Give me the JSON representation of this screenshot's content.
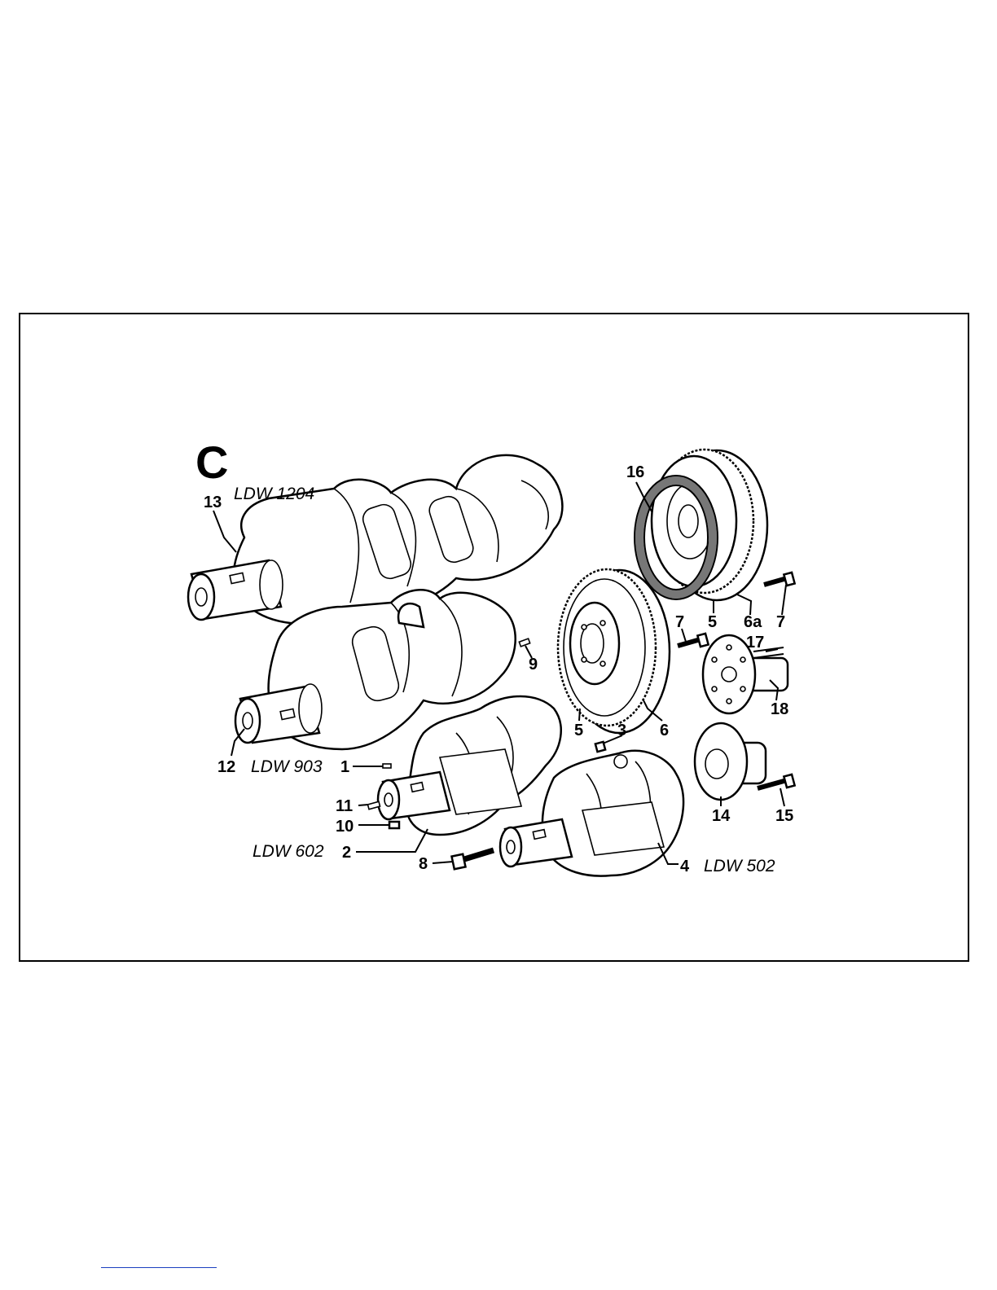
{
  "section_letter": "C",
  "models": {
    "ldw1204": "LDW 1204",
    "ldw903": "LDW 903",
    "ldw602": "LDW 602",
    "ldw502": "LDW 502"
  },
  "callouts": {
    "c1": "1",
    "c2": "2",
    "c3": "3",
    "c4": "4",
    "c5a": "5",
    "c5b": "5",
    "c6": "6",
    "c6a": "6a",
    "c7a": "7",
    "c7b": "7",
    "c8": "8",
    "c9": "9",
    "c10": "10",
    "c11": "11",
    "c12": "12",
    "c13": "13",
    "c14": "14",
    "c15": "15",
    "c16": "16",
    "c17": "17",
    "c18": "18"
  }
}
